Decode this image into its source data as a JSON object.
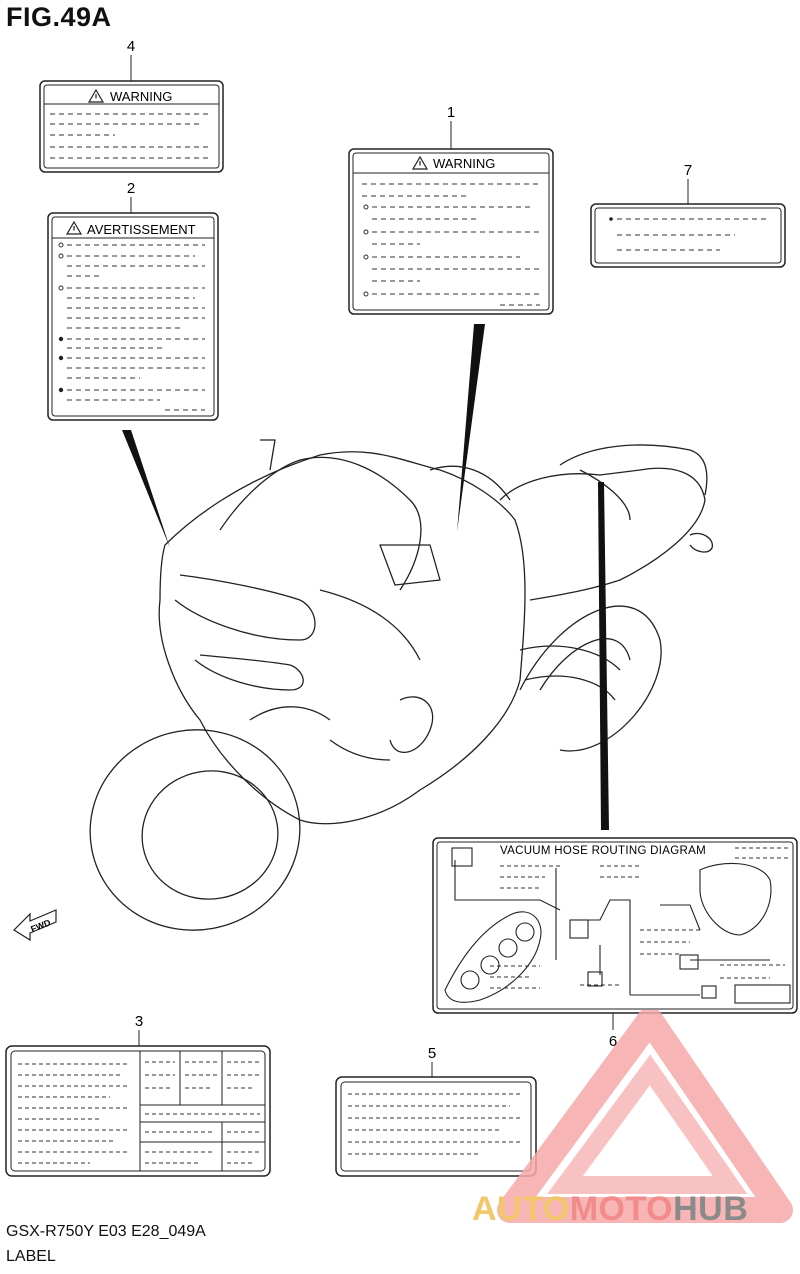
{
  "figure": {
    "title": "FIG.49A",
    "code": "GSX-R750Y E03 E28_049A",
    "caption": "LABEL"
  },
  "callouts": [
    "1",
    "2",
    "3",
    "4",
    "5",
    "6",
    "7"
  ],
  "labels": {
    "warning_1": "WARNING",
    "avertissement_2": "AVERTISSEMENT",
    "warning_4": "WARNING",
    "vacuum_diagram_6": "VACUUM HOSE ROUTING DIAGRAM"
  },
  "fwd_arrow": "FWD",
  "watermark": {
    "part1": "AUTO",
    "part2": "MOTO",
    "part3": "HUB",
    "color_auto": "#f2c66a",
    "color_moto": "#f28b8b",
    "color_hub": "#8a8a8a"
  }
}
